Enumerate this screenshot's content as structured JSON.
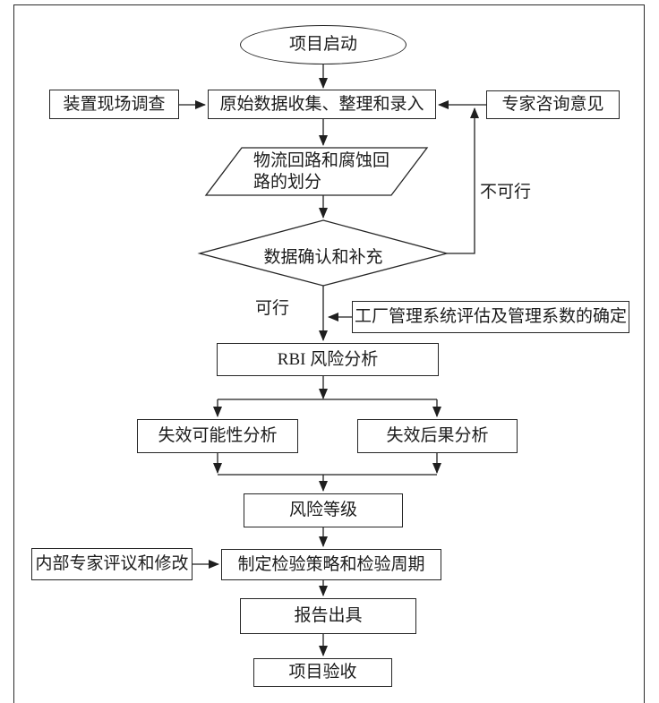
{
  "diagram": {
    "kind": "flowchart",
    "nodes": {
      "start": "项目启动",
      "site_survey": "装置现场调查",
      "data_collection": "原始数据收集、整理和录入",
      "expert_opinion": "专家咨询意见",
      "loop_division": "物流回路和腐蚀回路的划分",
      "data_confirm": "数据确认和补充",
      "plant_management": "工厂管理系统评估及管理系数的确定",
      "rbi_analysis": "RBI 风险分析",
      "failure_probability": "失效可能性分析",
      "failure_consequence": "失效后果分析",
      "risk_level": "风险等级",
      "internal_review": "内部专家评议和修改",
      "inspection_strategy": "制定检验策略和检验周期",
      "report_issue": "报告出具",
      "project_acceptance": "项目验收"
    },
    "edge_labels": {
      "feasible": "可行",
      "infeasible": "不可行"
    },
    "colors": {
      "line": "#1f1f1f",
      "background": "#ffffff",
      "text": "#1c1c1c"
    }
  }
}
